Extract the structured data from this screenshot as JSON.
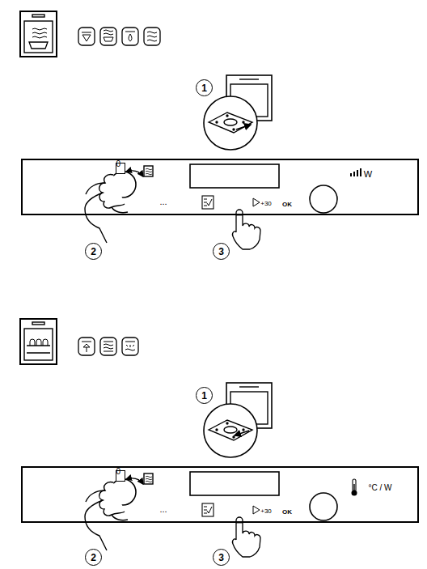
{
  "diagram": {
    "nodes": [
      {
        "text": [
          "1"
        ]
      },
      {
        "text": [
          "...",
          "+30",
          "OK",
          "W"
        ]
      },
      {
        "text": [
          "0"
        ],
        "in": 1
      },
      {
        "text": [
          "2"
        ]
      },
      {
        "text": [
          "3"
        ]
      },
      {
        "text": [
          "1"
        ]
      },
      {
        "text": [
          "...",
          "+30",
          "OK",
          "°C / W"
        ]
      },
      {
        "text": [
          "0"
        ],
        "in": 6
      },
      {
        "text": [
          "2"
        ]
      },
      {
        "text": [
          "3"
        ]
      }
    ]
  }
}
